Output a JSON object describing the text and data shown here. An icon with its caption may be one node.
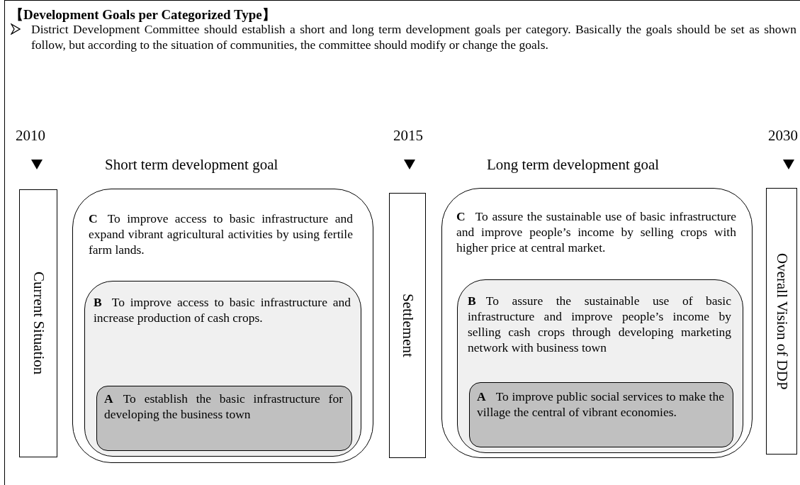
{
  "diagram": {
    "title": "【Development Goals per Categorized Type】",
    "nodes": [
      {
        "text": [
          "Current Situation"
        ]
      },
      {
        "text": [
          "C",
          "To improve access to basic infrastructure and expand vibrant agricultural activities by using fertile farm lands."
        ]
      },
      {
        "text": [
          "B",
          "To improve access to basic infrastructure and increase production of cash crops."
        ],
        "in": 1
      },
      {
        "text": [
          "A",
          "To establish the basic infrastructure for developing the business town"
        ],
        "in": 2
      },
      {
        "text": [
          "Settlement"
        ]
      },
      {
        "text": [
          "C",
          "To assure the sustainable use of basic infrastructure and improve people’s income by selling crops with higher price at central market."
        ]
      },
      {
        "text": [
          "B",
          "To assure the sustainable use of basic infrastructure and improve people’s income by selling cash crops through developing marketing network with business town"
        ],
        "in": 5
      },
      {
        "text": [
          "A",
          "To improve public social services to make the village the central of vibrant economies."
        ],
        "in": 6
      },
      {
        "text": [
          "Overall Vision of DDP"
        ]
      }
    ],
    "labels": [
      "District Development Committee should establish a short and long term development goals per category.  Basically the goals should be set as shown follow, but according to the situation of communities, the committee should modify or change the goals.",
      "2010",
      "Short term development goal",
      "2015",
      "Long term development goal",
      "2030"
    ]
  }
}
